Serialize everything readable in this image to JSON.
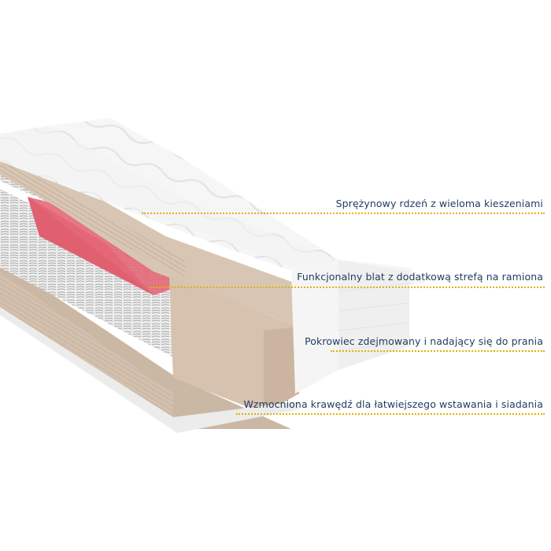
{
  "callouts": [
    {
      "id": "spring-core",
      "text": "Sprężynowy rdzeń z wieloma kieszeniami"
    },
    {
      "id": "functional-top",
      "text": "Funkcjonalny blat z dodatkową strefą na ramiona"
    },
    {
      "id": "removable-cover",
      "text": "Pokrowiec zdejmowany i nadający się do prania"
    },
    {
      "id": "reinforced-edge",
      "text": "Wzmocniona krawędź dla łatwiejszego wstawania i siadania"
    }
  ],
  "colors": {
    "text": "#1f3a5f",
    "dotted_line": "#e0b300",
    "shoulder_zone": "#e06070",
    "foam": "#d8c8b8",
    "cover": "#f4f4f4"
  }
}
